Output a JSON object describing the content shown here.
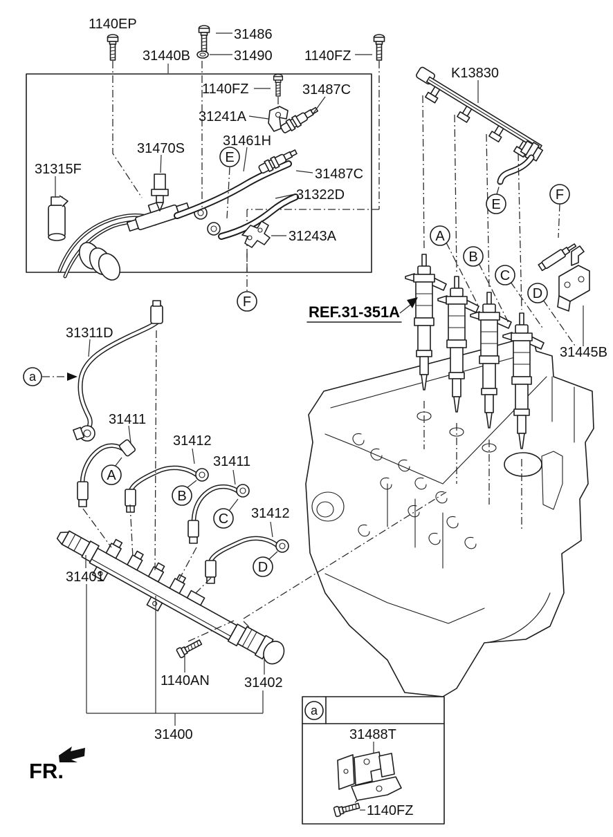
{
  "diagram": {
    "type": "automotive-parts-diagram",
    "labels": {
      "bolt_1140ep": "1140EP",
      "assy_31440b": "31440B",
      "bolt_31486": "31486",
      "washer_31490": "31490",
      "bolt_1140fz_top_right": "1140FZ",
      "glow_rail_k13830": "K13830",
      "bolt_1140fz_inner": "1140FZ",
      "connector_31487c_upper": "31487C",
      "bracket_31241a": "31241A",
      "hose_31461h": "31461H",
      "sensor_31470s": "31470S",
      "valve_31315f": "31315F",
      "connector_31487c_lower": "31487C",
      "hose_31322d": "31322D",
      "bracket_31243a": "31243A",
      "ref_note": "REF.31-351A",
      "bracket_31445b": "31445B",
      "pipe_31311d": "31311D",
      "pipe_31411_a": "31411",
      "pipe_31412_b": "31412",
      "pipe_31411_c": "31411",
      "pipe_31412_d": "31412",
      "sensor_31401": "31401",
      "bolt_1140an": "1140AN",
      "regulator_31402": "31402",
      "rail_assy_31400": "31400",
      "front_marker": "FR.",
      "bracket_31488t": "31488T",
      "bolt_1140fz_legend": "1140FZ"
    },
    "callouts": {
      "e_box": "E",
      "f_box": "F",
      "a_right": "A",
      "b_right": "B",
      "c_right": "C",
      "d_right": "D",
      "e_right": "E",
      "f_right": "F",
      "a_mid": "A",
      "b_mid": "B",
      "c_mid": "C",
      "d_mid": "D",
      "a_small_pointer": "a",
      "a_small_legend": "a"
    }
  }
}
